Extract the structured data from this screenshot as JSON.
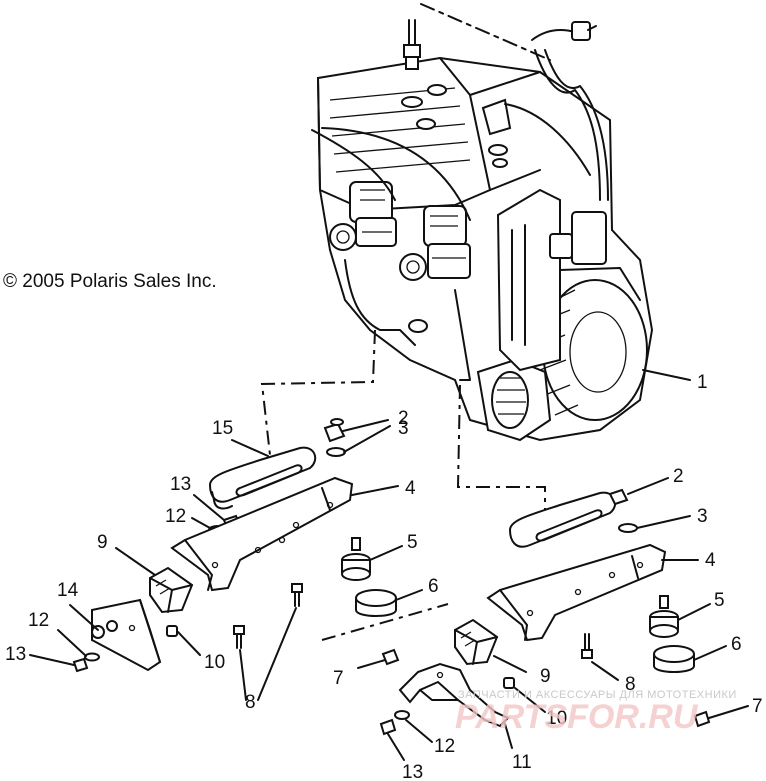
{
  "copyright": "© 2005 Polaris Sales Inc.",
  "watermark": {
    "subtitle": "ЗАПЧАСТИ И АКСЕССУАРЫ ДЛЯ МОТОТЕХНИКИ",
    "brand": "PARTSFOR.RU"
  },
  "callouts": [
    {
      "id": "c1",
      "text": "1"
    },
    {
      "id": "c2a",
      "text": "2"
    },
    {
      "id": "c3a",
      "text": "3"
    },
    {
      "id": "c4a",
      "text": "4"
    },
    {
      "id": "c15",
      "text": "15"
    },
    {
      "id": "c13a",
      "text": "13"
    },
    {
      "id": "c12a",
      "text": "12"
    },
    {
      "id": "c9a",
      "text": "9"
    },
    {
      "id": "c14",
      "text": "14"
    },
    {
      "id": "c12b",
      "text": "12"
    },
    {
      "id": "c13b",
      "text": "13"
    },
    {
      "id": "c10a",
      "text": "10"
    },
    {
      "id": "c8a",
      "text": "8"
    },
    {
      "id": "c5a",
      "text": "5"
    },
    {
      "id": "c6a",
      "text": "6"
    },
    {
      "id": "c7a",
      "text": "7"
    },
    {
      "id": "c2b",
      "text": "2"
    },
    {
      "id": "c3b",
      "text": "3"
    },
    {
      "id": "c4b",
      "text": "4"
    },
    {
      "id": "c5b",
      "text": "5"
    },
    {
      "id": "c6b",
      "text": "6"
    },
    {
      "id": "c9b",
      "text": "9"
    },
    {
      "id": "c8b",
      "text": "8"
    },
    {
      "id": "c7b",
      "text": "7"
    },
    {
      "id": "c10b",
      "text": "10"
    },
    {
      "id": "c12c",
      "text": "12"
    },
    {
      "id": "c11",
      "text": "11"
    },
    {
      "id": "c13c",
      "text": "13"
    }
  ]
}
